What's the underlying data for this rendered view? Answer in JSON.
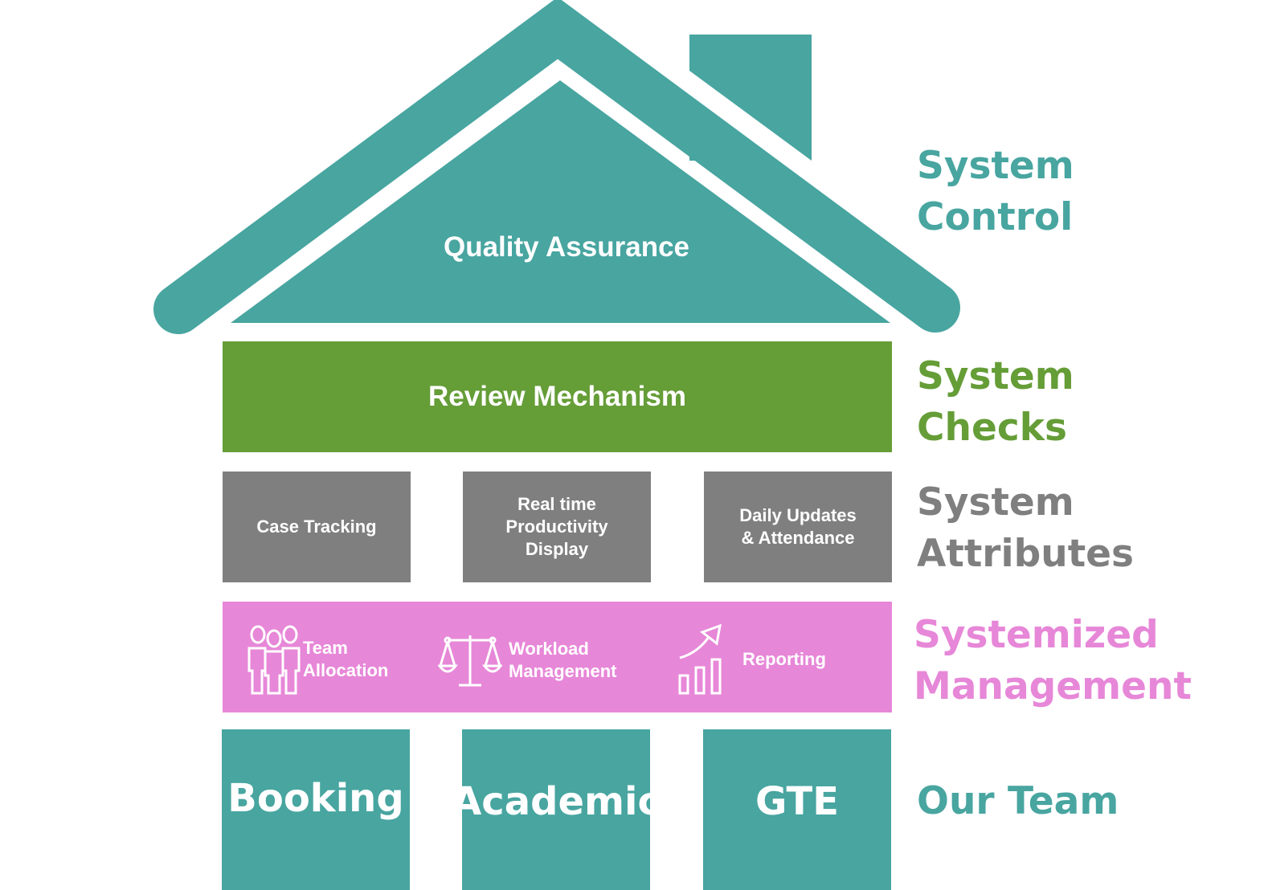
{
  "colors": {
    "teal": "#48A5A0",
    "green": "#659D37",
    "gray": "#7F7F7F",
    "pink": "#E787D8",
    "white": "#FFFFFF"
  },
  "roof": {
    "center_label": "Quality Assurance"
  },
  "review": {
    "label": "Review Mechanism"
  },
  "attributes": [
    {
      "label": "Case Tracking"
    },
    {
      "label": "Real time\nProductivity\nDisplay"
    },
    {
      "label": "Daily Updates\n& Attendance"
    }
  ],
  "management": [
    {
      "label": "Team\nAllocation",
      "icon": "team-icon"
    },
    {
      "label": "Workload\nManagement",
      "icon": "balance-scale-icon"
    },
    {
      "label": "Reporting",
      "icon": "growth-chart-icon"
    }
  ],
  "teams": [
    {
      "label": "Booking"
    },
    {
      "label": "Academic"
    },
    {
      "label": "GTE"
    }
  ],
  "side_labels": {
    "control": "System\nControl",
    "checks": "System\nChecks",
    "attributes": "System\nAttributes",
    "management": "Systemized\nManagement",
    "team": "Our Team"
  }
}
